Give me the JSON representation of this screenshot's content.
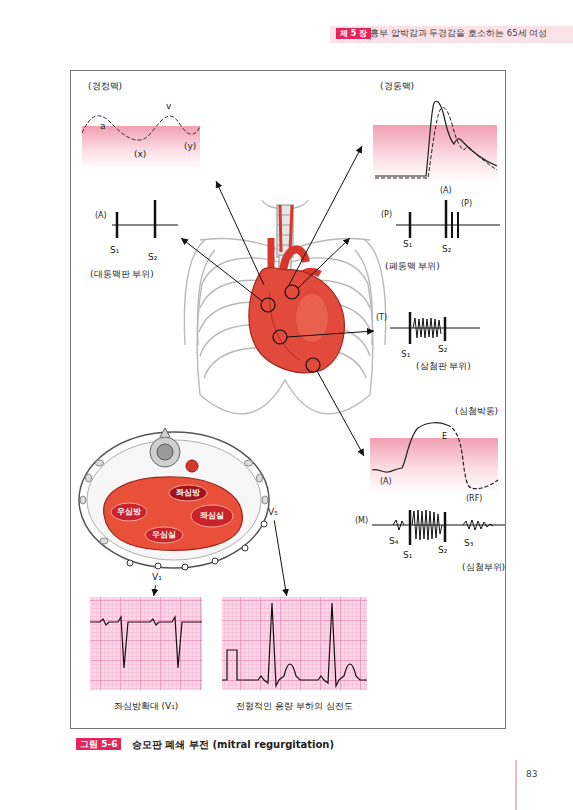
{
  "diagram": {
    "caption": "승모판 폐쇄 부전 (mitral regurgitation)",
    "nodes": [
      {
        "text": [
          "제 5 장"
        ]
      },
      {
        "text": [
          "좌심방"
        ]
      },
      {
        "text": [
          "우심방"
        ]
      },
      {
        "text": [
          "좌심실"
        ]
      },
      {
        "text": [
          "우심실"
        ]
      },
      {
        "text": [
          "V₅"
        ]
      },
      {
        "text": [
          "V₁"
        ]
      },
      {
        "text": [
          "좌심방확대 (V₁)"
        ]
      },
      {
        "text": [
          "전형적인 용량 부하의 심전도"
        ]
      },
      {
        "text": [
          "그림 5-6"
        ]
      }
    ],
    "edges": [
      {
        "from": 6,
        "to": 7,
        "arrow": "to"
      },
      {
        "from": 5,
        "to": 8,
        "arrow": "to"
      }
    ],
    "labels": [
      "흉부 압박감과 두경감을 호소하는 65세 여성",
      "(경정맥)",
      "a",
      "v",
      "(x)",
      "(y)",
      "(경동맥)",
      "(A)",
      "(P)",
      "(A)",
      "(P)",
      "S₁",
      "S₂",
      "(대동맥판 부위)",
      "S₁",
      "S₂",
      "(폐동맥 부위)",
      "(T)",
      "S₁",
      "S₂",
      "(삼첨판 부위)",
      "(심첨박동)",
      "E",
      "(A)",
      "(RF)",
      "(M)",
      "S₄",
      "S₁",
      "S₂",
      "S₃",
      "(심첨부위)",
      "83"
    ]
  }
}
